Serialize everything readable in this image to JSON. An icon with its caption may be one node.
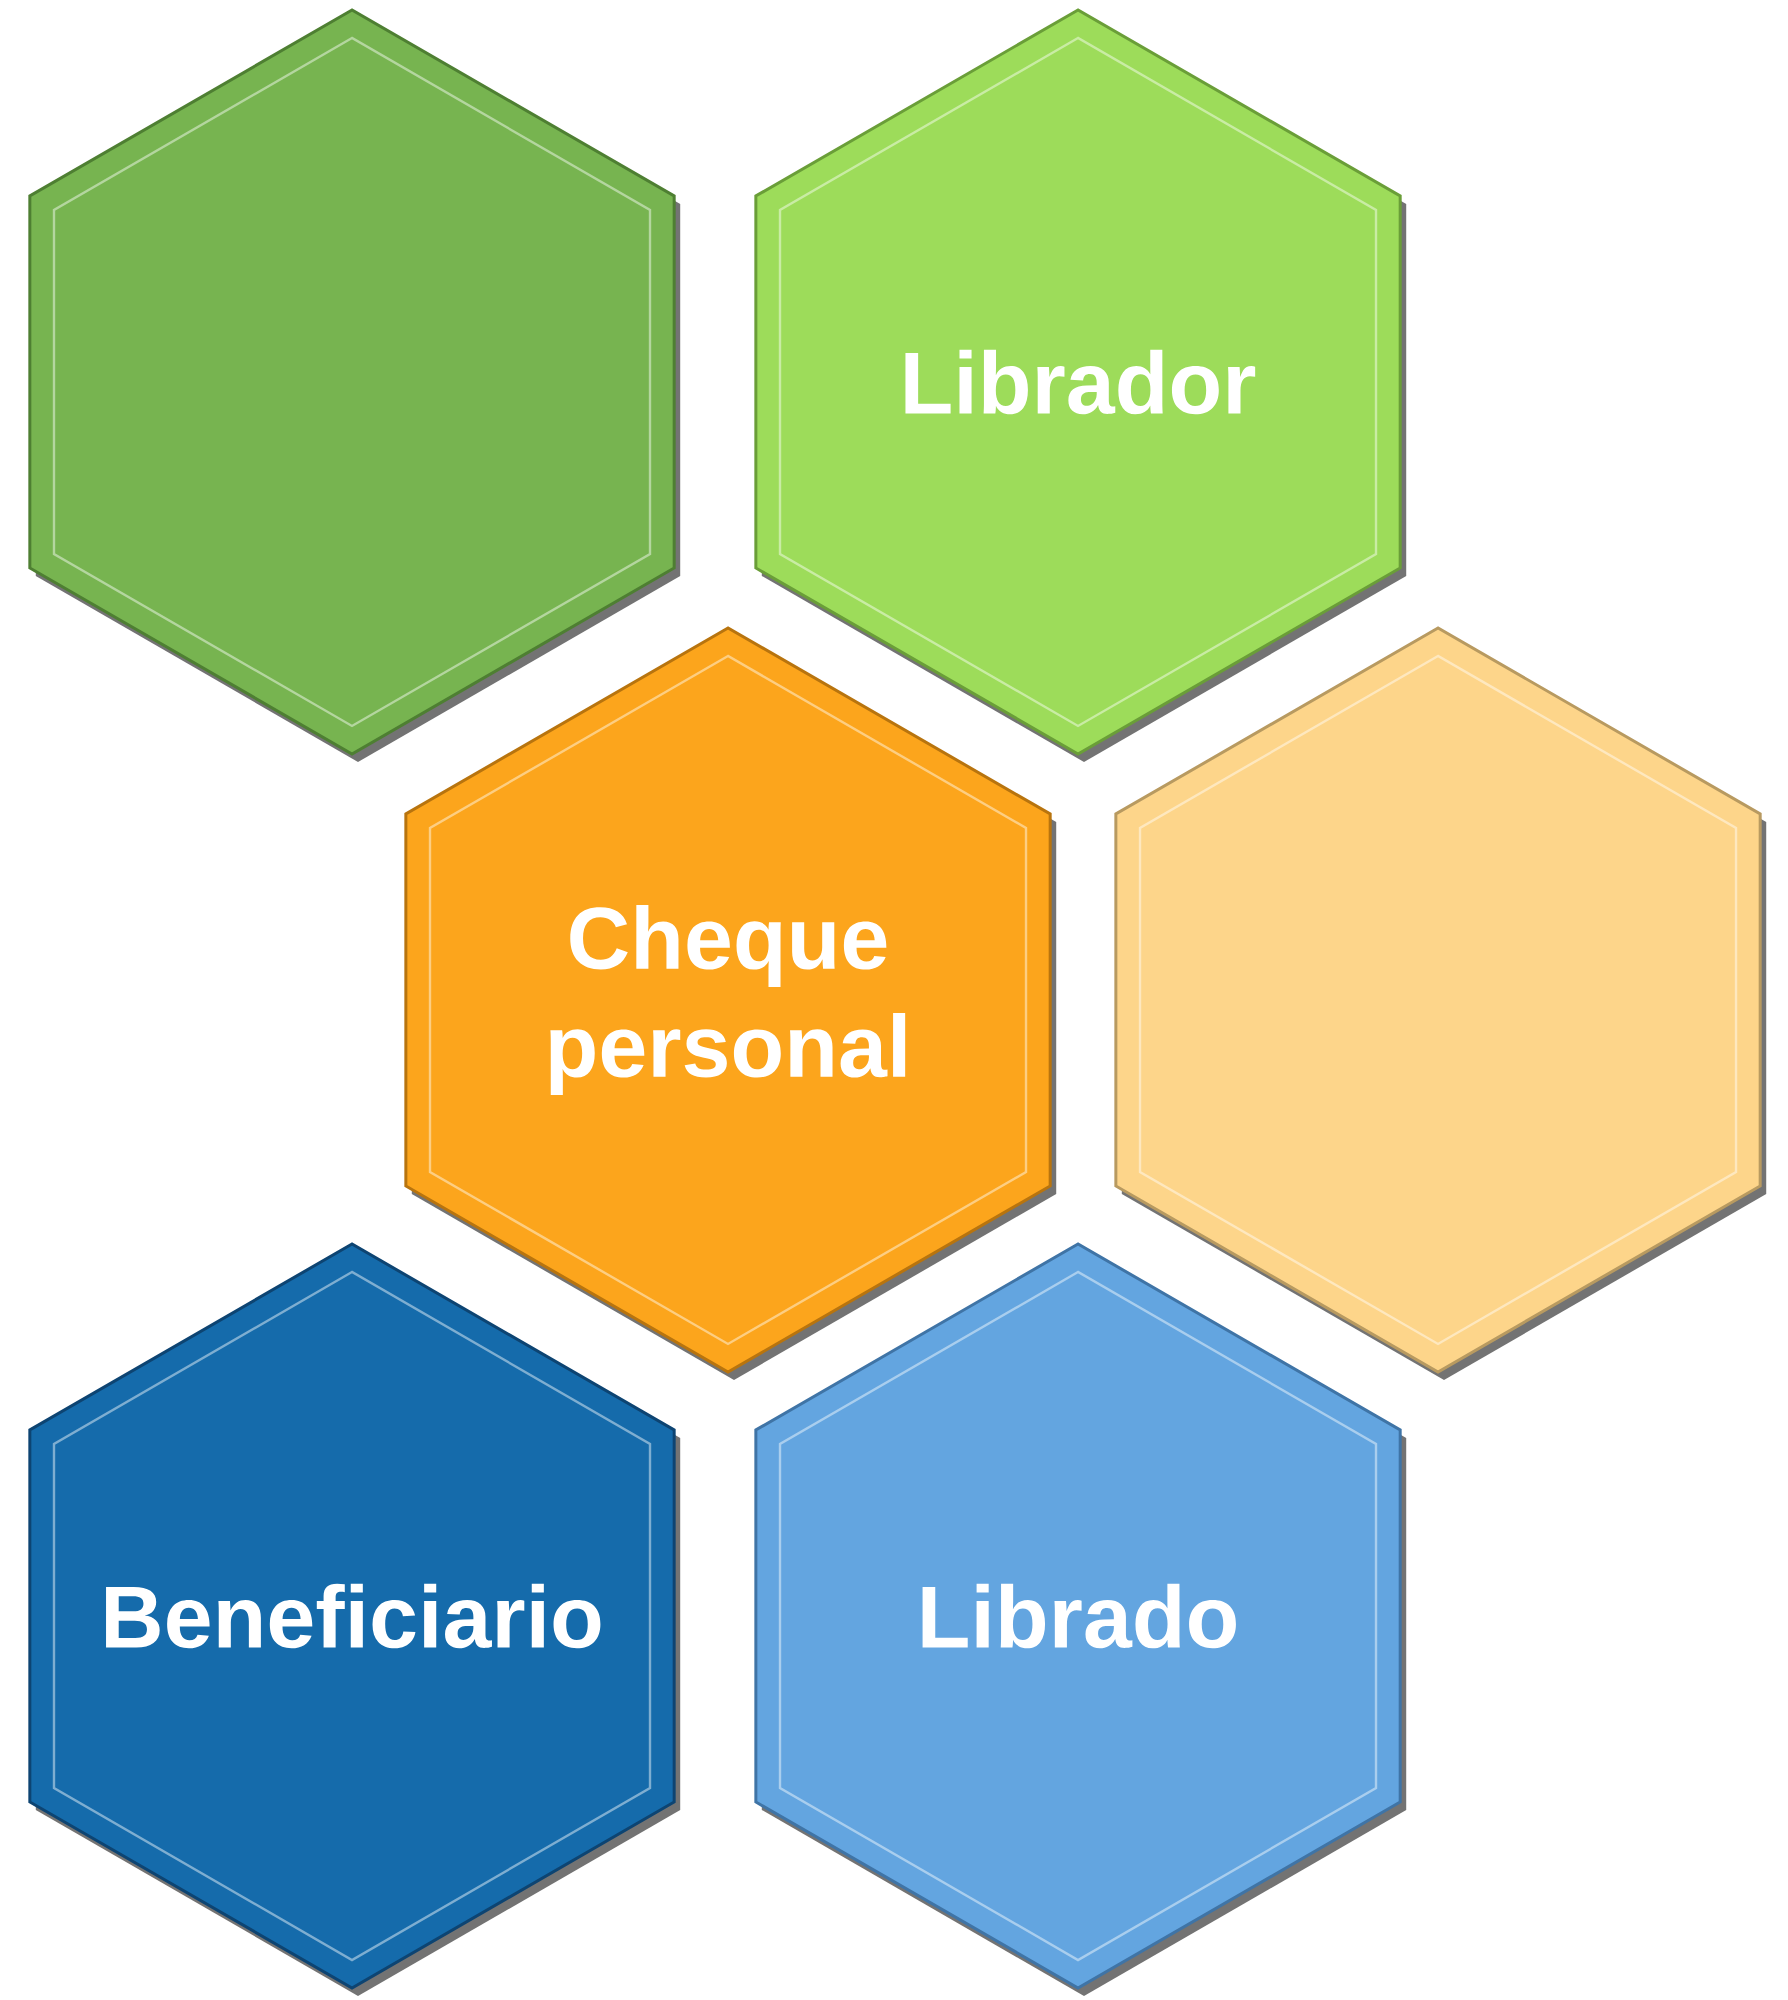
{
  "diagram": {
    "nodes": [
      {
        "text": [],
        "shape": "hexagon"
      },
      {
        "text": [
          "Librador"
        ]
      },
      {
        "text": [
          "Cheque personal"
        ]
      },
      {
        "text": [],
        "shape": "hexagon"
      },
      {
        "text": [
          "Beneficiario"
        ]
      },
      {
        "text": [
          "Librado"
        ]
      }
    ]
  }
}
